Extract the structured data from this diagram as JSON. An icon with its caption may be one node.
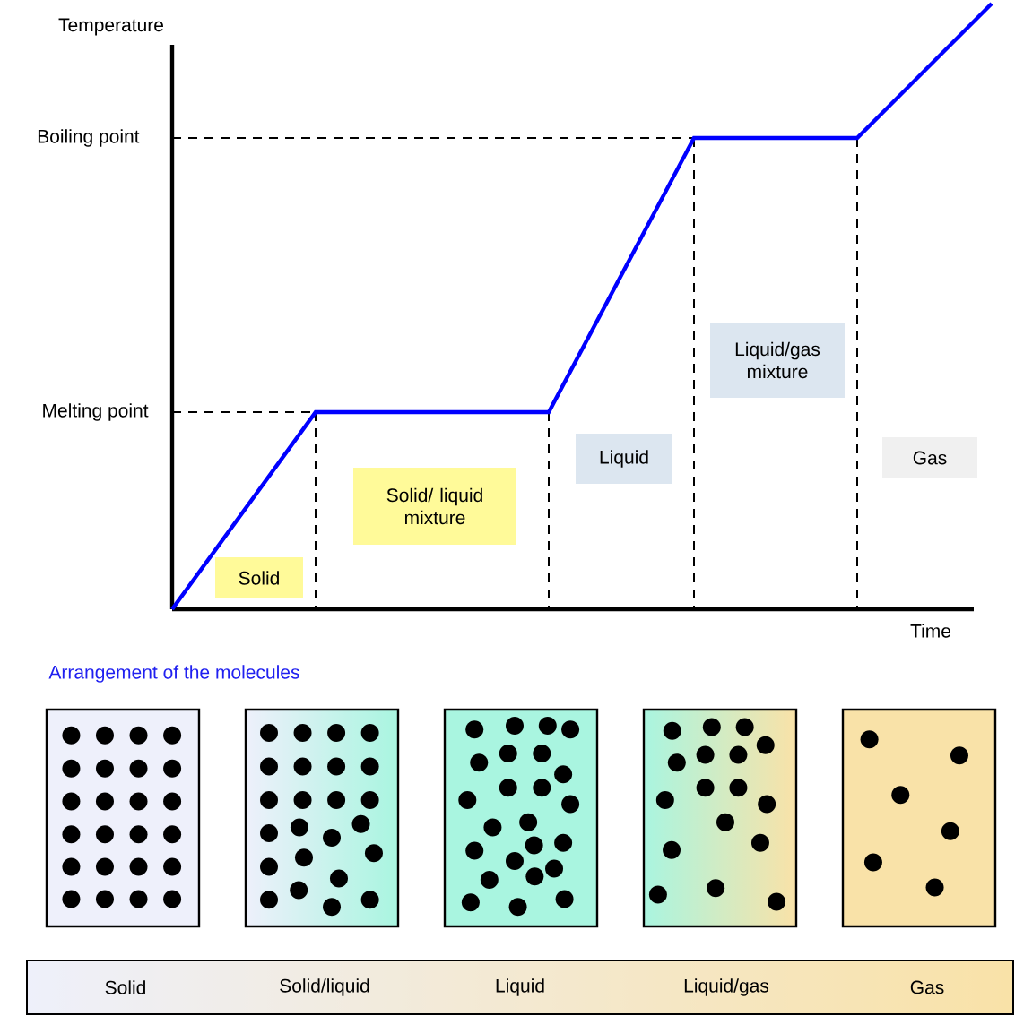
{
  "diagram": {
    "nodes": [
      {
        "text": [
          "Solid"
        ]
      },
      {
        "text": [
          "Solid/ liquid mixture"
        ]
      },
      {
        "text": [
          "Liquid"
        ]
      },
      {
        "text": [
          "Liquid/gas mixture"
        ]
      },
      {
        "text": [
          "Gas"
        ]
      },
      {
        "text": [],
        "shape": "box"
      },
      {
        "text": [],
        "shape": "box"
      },
      {
        "text": [],
        "shape": "box"
      },
      {
        "text": [],
        "shape": "box"
      },
      {
        "text": [],
        "shape": "box"
      },
      {
        "text": [
          "Solid",
          "Solid/liquid",
          "Liquid",
          "Liquid/gas",
          "Gas"
        ]
      }
    ],
    "edges": [],
    "labels": [
      "Temperature",
      "Boiling point",
      "Melting point",
      "Time",
      "Arrangement of the molecules"
    ]
  }
}
